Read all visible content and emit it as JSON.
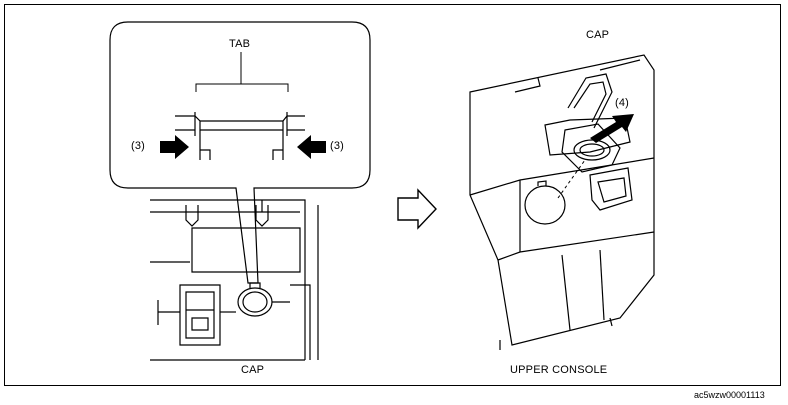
{
  "labels": {
    "tab": "TAB",
    "step3_left": "(3)",
    "step3_right": "(3)",
    "cap_left": "CAP",
    "cap_right": "CAP",
    "step4": "(4)",
    "upper_console": "UPPER CONSOLE",
    "figure_code": "ac5wzw00001113"
  },
  "icons": {
    "arrow": "right-outline-arrow-icon"
  }
}
